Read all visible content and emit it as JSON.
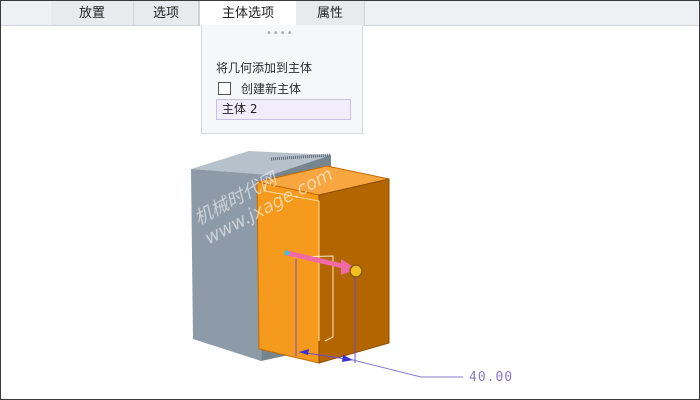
{
  "tabs": [
    {
      "label": "放置"
    },
    {
      "label": "选项"
    },
    {
      "label": "主体选项"
    },
    {
      "label": "属性"
    }
  ],
  "active_tab": "主体选项",
  "panel": {
    "grip": "••••",
    "title": "将几何添加到主体",
    "create_new_body_label": "创建新主体",
    "create_new_body_checked": false,
    "body_field_value": "主体 2"
  },
  "viewport": {
    "dimension_value": "40.00",
    "watermark_line1": "机械时代网",
    "watermark_line2": "www.jxage.com"
  },
  "colors": {
    "extrude_preview": "#f59a1c",
    "existing_body": "#8d9aa8",
    "drag_arrow": "#f06aa6",
    "dimension": "#8a78c8"
  }
}
